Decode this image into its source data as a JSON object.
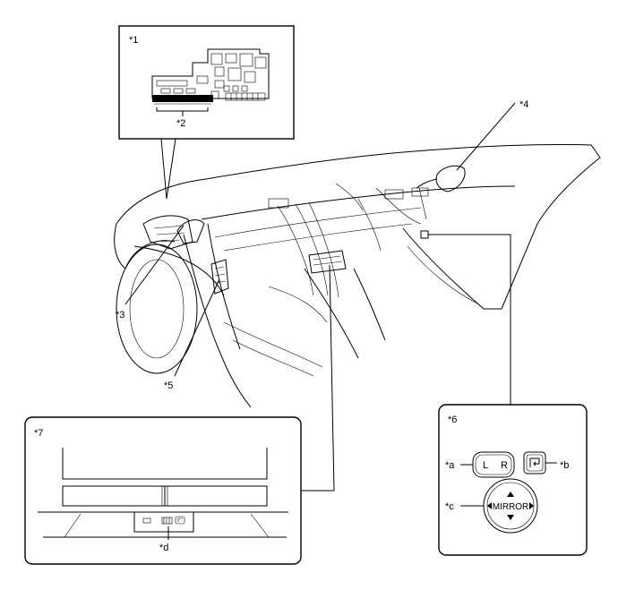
{
  "callouts": {
    "c1": "*1",
    "c2": "*2",
    "c3": "*3",
    "c4": "*4",
    "c5": "*5",
    "c6": "*6",
    "c7": "*7",
    "ca": "*a",
    "cb": "*b",
    "cc": "*c",
    "cd": "*d"
  },
  "switch": {
    "left": "L",
    "right": "R",
    "mirror": "MIRROR"
  }
}
